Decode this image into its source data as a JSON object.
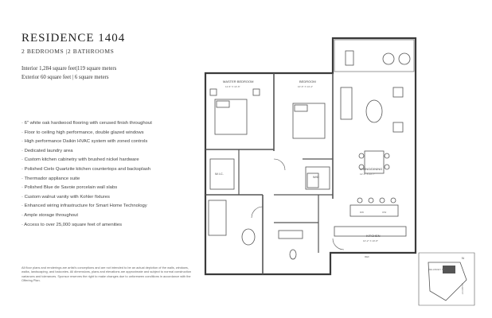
{
  "header": {
    "title": "RESIDENCE 1404",
    "subtitle": "2 BEDROOMS |2 BATHROOMS",
    "interior": "Interior 1,284 square feet|119 square meters",
    "exterior": "Exterior 60 square feet | 6 square meters"
  },
  "features": [
    "· 6\" white oak hardwood flooring with cerused finish throughout",
    "· Floor to ceiling high performance, double glazed windows",
    "· High performance Daikin HVAC system with zoned controls",
    "· Dedicated laundry area",
    "· Custom kitchen cabinetry with brushed nickel hardware",
    "· Polished Cielo Quartzite kitchen countertops and backsplash",
    "· Thermador appliance suite",
    "· Polished Blue de Savoie porcelain wall slabs",
    "· Custom walnut vanity with Kohler fixtures",
    "· Enhanced wiring infrastructure for Smart Home Technology",
    "· Ample storage throughout",
    "· Access to over 25,000 square feet of amenities"
  ],
  "disclaimer": "All floor plans and renderings are artist's conceptions and are not intended to be an actual depiction of the walls, windows, walks, landscaping, and balconies. All dimensions, plans and elevations are approximate and subject to normal construction variances and tolerances. Sponsor reserves the right to make changes due to unforeseen conditions in accordance with the Offering Plan.",
  "rooms": {
    "master": {
      "name": "MASTER BEDROOM",
      "dims": "11'-6\" X 14'-6\""
    },
    "bedroom": {
      "name": "BEDROOM",
      "dims": "10'-6\" X 14'-4\""
    },
    "living": {
      "name": "LIVING/DINING",
      "dims": "12'-6\" X 23'-7\""
    },
    "kitchen": {
      "name": "KITCHEN",
      "dims": "10'-2\" X 10'-8\""
    },
    "wic": {
      "name": "W.I.C."
    },
    "wd": {
      "name": "W/D"
    },
    "ref": {
      "name": "REF"
    },
    "dw": {
      "name": "DW"
    },
    "ow": {
      "name": "OW"
    }
  },
  "keyplan": {
    "north": "N",
    "street1": "DELANCEY ST",
    "street2": "ALLEN ST"
  },
  "colors": {
    "line": "#555555",
    "wall": "#3a3a3a",
    "text": "#333333"
  }
}
